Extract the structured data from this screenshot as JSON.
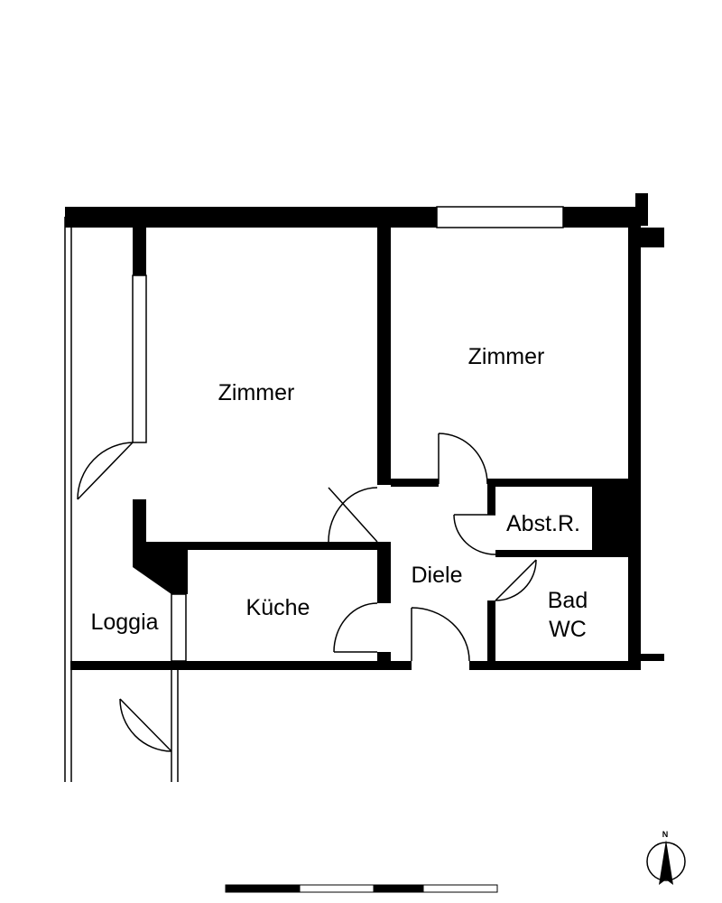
{
  "floorplan": {
    "rooms": [
      {
        "id": "zimmer-left",
        "lines": [
          "Zimmer"
        ]
      },
      {
        "id": "zimmer-right",
        "lines": [
          "Zimmer"
        ]
      },
      {
        "id": "abstellraum",
        "lines": [
          "Abst.R."
        ]
      },
      {
        "id": "diele",
        "lines": [
          "Diele"
        ]
      },
      {
        "id": "kueche",
        "lines": [
          "Küche"
        ]
      },
      {
        "id": "bad-wc",
        "lines": [
          "Bad",
          "WC"
        ]
      },
      {
        "id": "loggia",
        "lines": [
          "Loggia"
        ]
      }
    ],
    "compass": {
      "letter": "N"
    },
    "colors": {
      "wall": "#000000",
      "background": "#ffffff"
    }
  }
}
